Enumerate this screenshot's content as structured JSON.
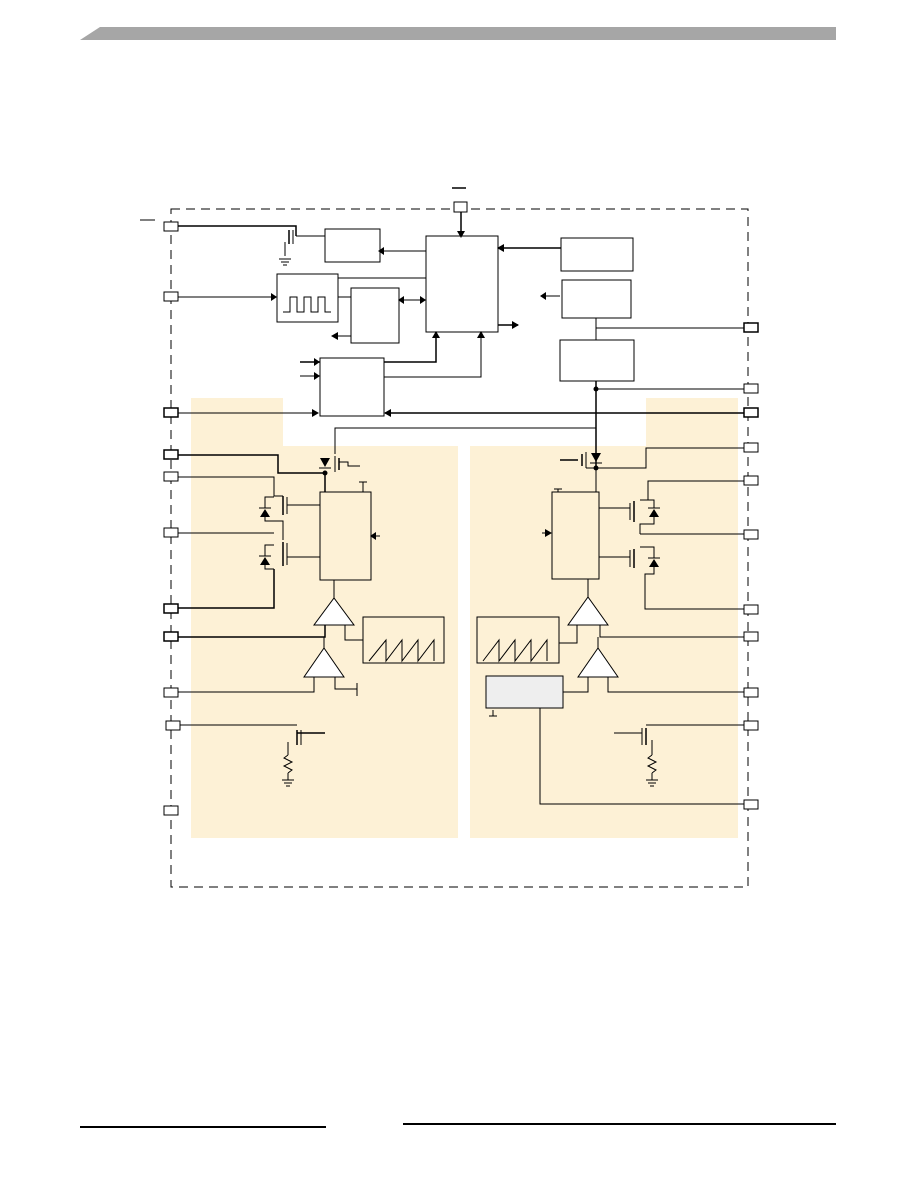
{
  "colors": {
    "header_bar": "#a6a6a6",
    "region_fill": "#fdf1d6",
    "vref_fill": "#eeeeee",
    "line": "#000000"
  },
  "diagram": {
    "ic_boundary": "dashed-outline",
    "regions": [
      "left-converter-region",
      "right-converter-region"
    ],
    "pins_left_count": 12,
    "pins_right_count": 12,
    "pins_top_count": 1
  }
}
